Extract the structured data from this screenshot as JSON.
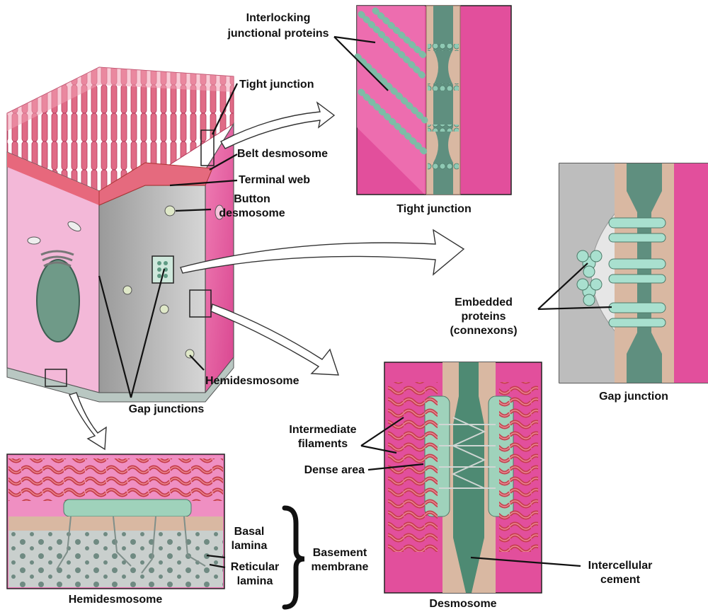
{
  "colors": {
    "pink": "#e9559c",
    "pink_light": "#f6b3d3",
    "tan": "#d9b8a2",
    "green": "#5f9a83",
    "teal": "#a9e0cf",
    "gray": "#b8b8b8",
    "filament": "#d64a55"
  },
  "labels": {
    "interlocking": [
      "Interlocking",
      "junctional proteins"
    ],
    "tight_junction": "Tight junction",
    "belt_desmosome": "Belt desmosome",
    "terminal_web": "Terminal web",
    "button_desmosome": [
      "Button",
      "desmosome"
    ],
    "tight_junction_caption": "Tight junction",
    "embedded_proteins": [
      "Embedded",
      "proteins",
      "(connexons)"
    ],
    "gap_junction_caption": "Gap junction",
    "hemidesmosome_label": "Hemidesmosome",
    "gap_junctions": "Gap junctions",
    "intermediate_filaments": [
      "Intermediate",
      "filaments"
    ],
    "dense_area": "Dense area",
    "basal_lamina": [
      "Basal",
      "lamina"
    ],
    "reticular_lamina": [
      "Reticular",
      "lamina"
    ],
    "basement_membrane": [
      "Basement",
      "membrane"
    ],
    "intercellular_cement": [
      "Intercellular",
      "cement"
    ],
    "hemidesmosome_caption": "Hemidesmosome",
    "desmosome_caption": "Desmosome"
  }
}
